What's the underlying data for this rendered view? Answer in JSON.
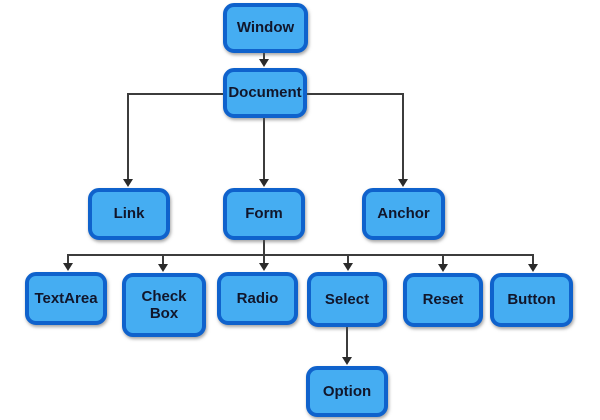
{
  "diagram": {
    "background": "#ffffff",
    "colors": {
      "node_fill": "#45adf2",
      "node_border": "#0f62cc",
      "node_text": "#11162b",
      "connector": "#3c3c3c"
    },
    "nodes": {
      "window": {
        "label": "Window"
      },
      "document": {
        "label": "Document"
      },
      "link": {
        "label": "Link"
      },
      "form": {
        "label": "Form"
      },
      "anchor": {
        "label": "Anchor"
      },
      "textarea": {
        "label": "TextArea"
      },
      "checkbox": {
        "label": "Check Box"
      },
      "radio": {
        "label": "Radio"
      },
      "select": {
        "label": "Select"
      },
      "reset": {
        "label": "Reset"
      },
      "button": {
        "label": "Button"
      },
      "option": {
        "label": "Option"
      }
    },
    "edges": [
      {
        "from": "Window",
        "to": "Document"
      },
      {
        "from": "Document",
        "to": "Link"
      },
      {
        "from": "Document",
        "to": "Form"
      },
      {
        "from": "Document",
        "to": "Anchor"
      },
      {
        "from": "Form",
        "to": "TextArea"
      },
      {
        "from": "Form",
        "to": "Check Box"
      },
      {
        "from": "Form",
        "to": "Radio"
      },
      {
        "from": "Form",
        "to": "Select"
      },
      {
        "from": "Form",
        "to": "Reset"
      },
      {
        "from": "Form",
        "to": "Button"
      },
      {
        "from": "Select",
        "to": "Option"
      }
    ]
  }
}
